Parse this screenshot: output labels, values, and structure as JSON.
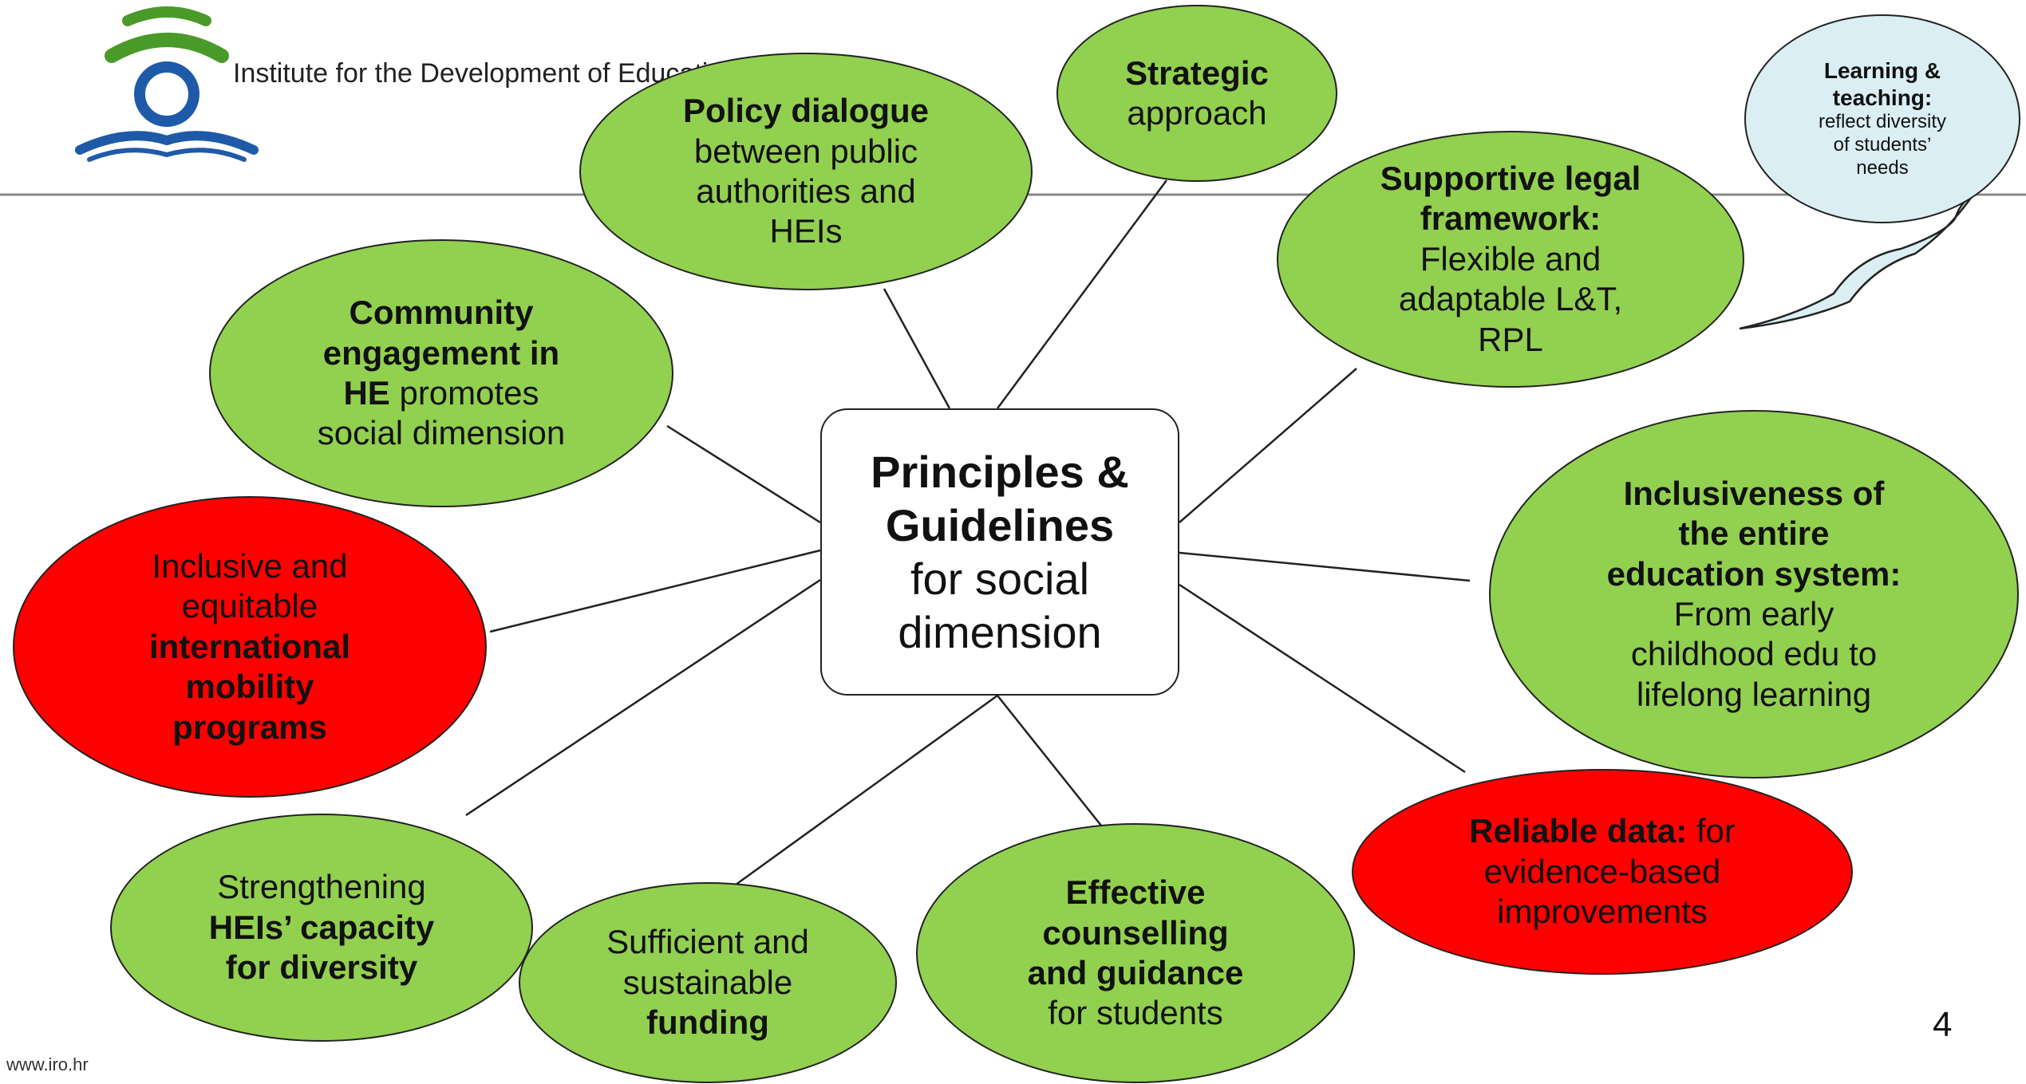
{
  "header": {
    "logo_line1": "Institute for the",
    "logo_line2": "Development of Education",
    "logo_colors": {
      "green": "#4a9a2a",
      "blue": "#1e5aa8"
    }
  },
  "footer": {
    "url": "www.iro.hr",
    "page_number": "4"
  },
  "center": {
    "line1": "Principles &",
    "line2": "Guidelines",
    "line3": "for social",
    "line4": "dimension"
  },
  "nodes": {
    "policy_dialogue": {
      "bold": "Policy dialogue",
      "l2": "between public",
      "l3": "authorities and",
      "l4": "HEIs"
    },
    "strategic": {
      "bold": "Strategic",
      "l2": "approach"
    },
    "learning_teaching": {
      "b1": "Learning &",
      "b2": "teaching:",
      "l3": "reflect diversity",
      "l4": "of students’",
      "l5": "needs"
    },
    "legal_framework": {
      "b1": "Supportive legal",
      "b2": "framework:",
      "l3": "Flexible and",
      "l4": "adaptable L&T,",
      "l5": "RPL"
    },
    "community": {
      "b1": "Community",
      "b2": "engagement in",
      "b3": "HE",
      "l3rest": " promotes",
      "l4": "social dimension"
    },
    "inclusiveness": {
      "b1": "Inclusiveness of",
      "b2": "the entire",
      "b3": "education system:",
      "l4": "From early",
      "l5": "childhood edu to",
      "l6": "lifelong learning"
    },
    "mobility": {
      "l1": "Inclusive and",
      "l2": "equitable",
      "b3": "international",
      "b4": "mobility",
      "b5": "programs"
    },
    "reliable_data": {
      "bold": "Reliable data:",
      "l1rest": " for",
      "l2": "evidence-based",
      "l3": "improvements"
    },
    "capacity": {
      "l1": "Strengthening",
      "b2": "HEIs’ capacity",
      "b3": "for diversity"
    },
    "funding": {
      "l1": "Sufficient and",
      "l2": "sustainable",
      "b3": "funding"
    },
    "counselling": {
      "b1": "Effective",
      "b2": "counselling",
      "b3": "and guidance",
      "l4": "for students"
    }
  },
  "colors": {
    "green_node": "#92d050",
    "red_node": "#ff0000",
    "callout": "#daeef3",
    "connector": "#222222"
  }
}
